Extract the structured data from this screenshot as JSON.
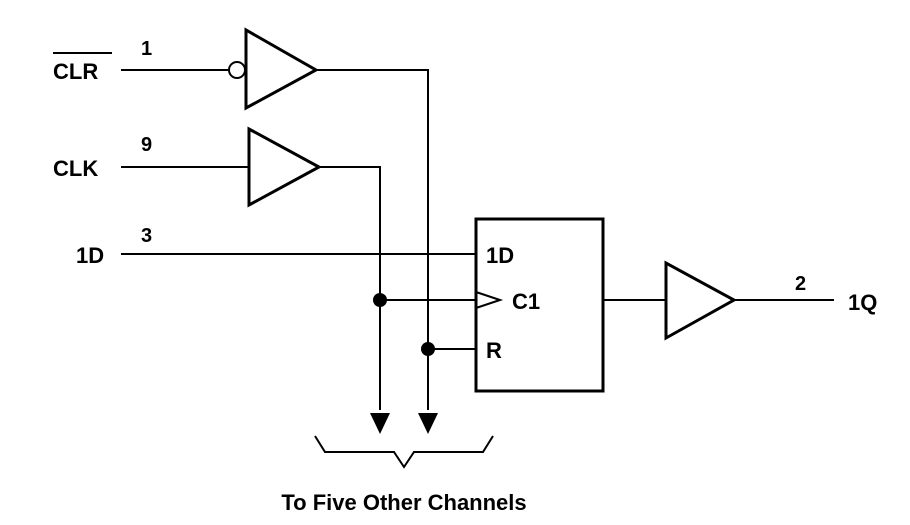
{
  "signals": {
    "clr_label": "CLR",
    "clr_pin": "1",
    "clk_label": "CLK",
    "clk_pin": "9",
    "d_label": "1D",
    "d_pin": "3",
    "q_label": "1Q",
    "q_pin": "2"
  },
  "flipflop": {
    "d_input": "1D",
    "clock_input": "C1",
    "reset_input": "R"
  },
  "caption": "To Five Other Channels"
}
